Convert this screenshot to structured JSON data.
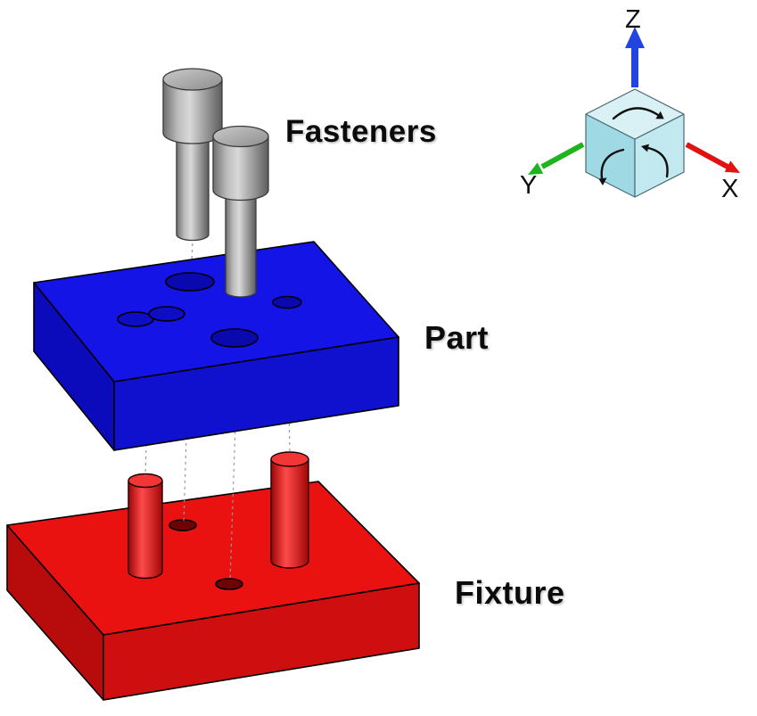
{
  "diagram": {
    "labels": {
      "fasteners": "Fasteners",
      "part": "Part",
      "fixture": "Fixture"
    },
    "axis_triad": {
      "x": "X",
      "y": "Y",
      "z": "Z"
    },
    "colors": {
      "part_block_top": "#1414e6",
      "part_block_left": "#0b0bbb",
      "part_block_right": "#1010cf",
      "fixture_block_top": "#ea1111",
      "fixture_block_left": "#b80c0c",
      "fixture_block_right": "#cf0f0f",
      "fastener_gray": "#a8a8a8",
      "x_axis": "#e01212",
      "y_axis": "#1eb41e",
      "z_axis": "#2244e0",
      "cube_top": "#d9f1f5",
      "cube_left": "#9fd9e4",
      "cube_right": "#c2e9ef"
    }
  }
}
